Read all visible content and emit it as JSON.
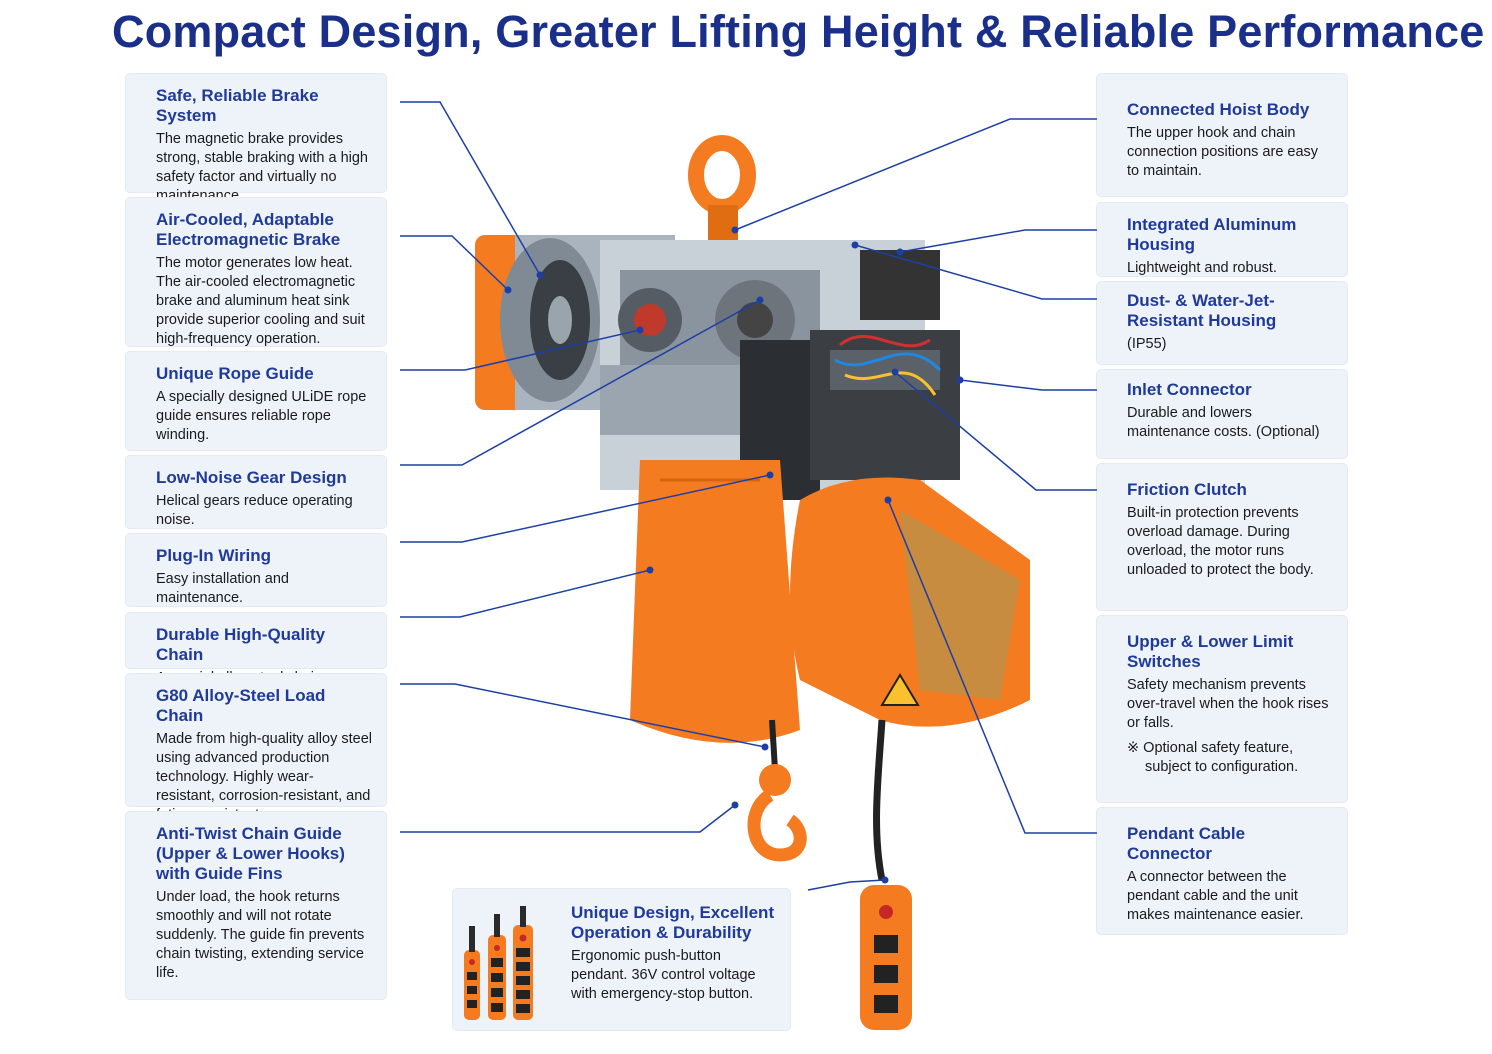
{
  "title": "Compact Design, Greater Lifting Height & Reliable Performance",
  "colors": {
    "accent": "#1f3a9a",
    "hoist_orange": "#f47b20",
    "card_bg": "#eef3fa",
    "leader_line": "#1c3fa6"
  },
  "features_left": [
    {
      "heading": "Safe, Reliable Brake System",
      "body": "The magnetic brake provides strong, stable braking with a high safety factor and virtually no maintenance."
    },
    {
      "heading": "Air-Cooled, Adaptable Electromagnetic Brake",
      "body": "The motor generates low heat. The air-cooled electromagnetic brake and aluminum heat sink provide superior cooling and suit high-frequency operation."
    },
    {
      "heading": "Unique Rope Guide",
      "body": "A specially designed ULiDE rope guide ensures reliable rope winding."
    },
    {
      "heading": "Low-Noise Gear Design",
      "body": "Helical gears reduce operating noise."
    },
    {
      "heading": "Plug-In Wiring",
      "body": "Easy installation and maintenance."
    },
    {
      "heading": "Durable High-Quality Chain",
      "body": "A special alloy-steel chain."
    },
    {
      "heading": "G80 Alloy-Steel Load Chain",
      "body": "Made from high-quality alloy steel using advanced production technology. Highly wear-resistant, corrosion-resistant, and fatigue-resistant."
    },
    {
      "heading": "Anti-Twist Chain Guide (Upper & Lower Hooks) with Guide Fins",
      "body": "Under load, the hook returns smoothly and will not rotate suddenly. The guide fin prevents chain twisting, extending service life."
    }
  ],
  "features_right": [
    {
      "heading": "Connected Hoist Body",
      "body": "The upper hook and chain connection positions are easy to maintain."
    },
    {
      "heading": "Integrated Aluminum Housing",
      "body": "Lightweight and robust."
    },
    {
      "heading": "Dust- & Water-Jet-Resistant Housing",
      "body": "(IP55)"
    },
    {
      "heading": "Inlet Connector",
      "body": "Durable and lowers maintenance costs. (Optional)"
    },
    {
      "heading": "Friction Clutch",
      "body": "Built-in protection prevents overload damage. During overload, the motor runs unloaded to protect the body."
    },
    {
      "heading": "Upper & Lower Limit Switches",
      "body": "Safety mechanism prevents over-travel when the hook rises or falls.",
      "note": "※ Optional safety feature, subject to configuration."
    },
    {
      "heading": "Pendant Cable Connector",
      "body": "A connector between the pendant cable and the unit makes maintenance easier."
    }
  ],
  "feature_bottom": {
    "heading": "Unique Design, Excellent Operation & Durability",
    "body": "Ergonomic push-button pendant. 36V control voltage with emergency-stop button."
  }
}
